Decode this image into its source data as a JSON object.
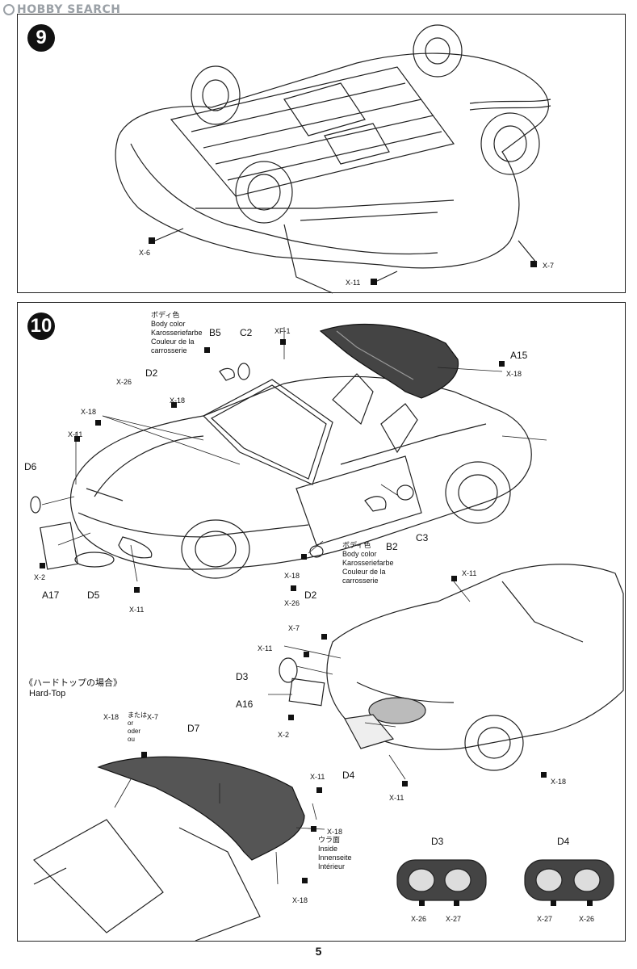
{
  "watermark": "HOBBY SEARCH",
  "page_number": "5",
  "step9": {
    "number": "9",
    "callouts": [
      "X-6",
      "X-7",
      "X-11"
    ]
  },
  "step10": {
    "number": "10",
    "body_color_note": [
      "ボディ色",
      "Body color",
      "Karosseriefarbe",
      "Couleur de la",
      "carrosserie"
    ],
    "body_color_note_2": [
      "ボディ色",
      "Body color",
      "Karosseriefarbe",
      "Couleur de la",
      "carrosserie"
    ],
    "parts": {
      "b5": "B5",
      "c2": "C2",
      "xf1": "XF-1",
      "a15": "A15",
      "d2_top": "D2",
      "d6": "D6",
      "a17": "A17",
      "d5": "D5",
      "b2": "B2",
      "c3": "C3",
      "d2_bottom": "D2",
      "d3": "D3",
      "a16": "A16",
      "d4": "D4",
      "d7": "D7",
      "d3_detail": "D3",
      "d4_detail": "D4"
    },
    "screws": {
      "x26_a": "X-26",
      "x18_a": "X-18",
      "x18_b": "X-18",
      "x11_a": "X-11",
      "x2_a": "X-2",
      "x11_b": "X-11",
      "x18_c": "X-18",
      "x26_b": "X-26",
      "x18_a15": "X-18",
      "x11_c": "X-11",
      "x7_a": "X-7",
      "x11_d": "X-11",
      "x2_b": "X-2",
      "x11_e": "X-11",
      "x18_d": "X-18",
      "x18_e": "X-18",
      "x7_b": "X-7",
      "x11_f": "X-11",
      "x18_f": "X-18",
      "x18_g": "X-18",
      "x26_c": "X-26",
      "x27_a": "X-27",
      "x27_b": "X-27",
      "x26_d": "X-26"
    },
    "or_note": [
      "または",
      "or",
      "oder",
      "ou"
    ],
    "hardtop_jp": "《ハードトップの場合》",
    "hardtop_en": "Hard-Top",
    "inside_note": [
      "ウラ面",
      "Inside",
      "Innenseite",
      "Intérieur"
    ]
  }
}
